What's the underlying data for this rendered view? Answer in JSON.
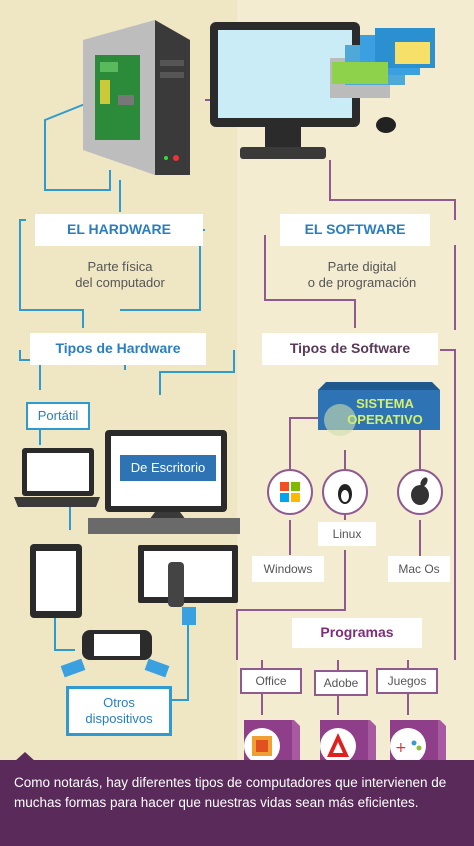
{
  "hardware": {
    "title": "EL HARDWARE",
    "description": "Parte física\ndel computador",
    "types_title": "Tipos de Hardware",
    "portatil": "Portátil",
    "escritorio": "De Escritorio",
    "otros": "Otros\ndispositivos"
  },
  "software": {
    "title": "EL SOFTWARE",
    "description": "Parte digital\no de programación",
    "types_title": "Tipos de Software",
    "os_title": "SISTEMA\nOPERATIVO",
    "windows": "Windows",
    "linux": "Linux",
    "macos": "Mac Os",
    "programs_title": "Programas",
    "office": "Office",
    "adobe": "Adobe",
    "juegos": "Juegos"
  },
  "footer": {
    "text": "Como notarás, hay diferentes tipos de computadores que intervienen de muchas formas para hacer que nuestras vidas sean más eficientes."
  },
  "colors": {
    "blue": "#2e74b5",
    "purple": "#8f5a8f",
    "dark_purple": "#5a2a5a",
    "bg_left": "#efe6c3",
    "bg_right": "#f3ecd0"
  }
}
